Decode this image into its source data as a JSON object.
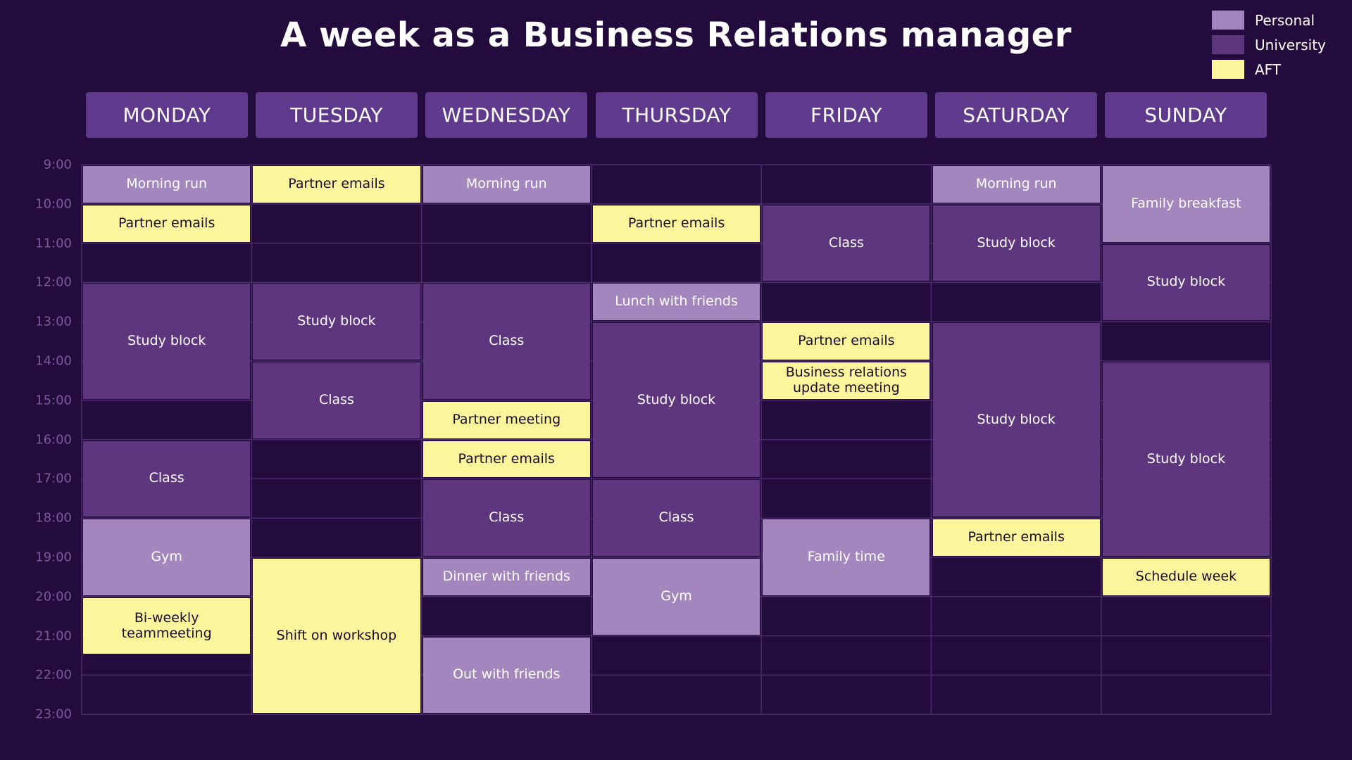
{
  "title": "A week as a Business Relations manager",
  "legend": [
    {
      "key": "personal",
      "label": "Personal",
      "color": "#a386be"
    },
    {
      "key": "university",
      "label": "University",
      "color": "#5e367e"
    },
    {
      "key": "aft",
      "label": "AFT",
      "color": "#fbf69b"
    }
  ],
  "colors": {
    "background": "#230c3d",
    "header": "#5f3a8c",
    "grid_line": "#4a2a6a",
    "time_label": "#7c5a99"
  },
  "days": [
    "MONDAY",
    "TUESDAY",
    "WEDNESDAY",
    "THURSDAY",
    "FRIDAY",
    "SATURDAY",
    "SUNDAY"
  ],
  "times": [
    "9:00",
    "10:00",
    "11:00",
    "12:00",
    "13:00",
    "14:00",
    "15:00",
    "16:00",
    "17:00",
    "18:00",
    "19:00",
    "20:00",
    "21:00",
    "22:00",
    "23:00"
  ],
  "events": [
    {
      "day": 0,
      "start": 9,
      "end": 10,
      "label": "Morning run",
      "category": "personal"
    },
    {
      "day": 0,
      "start": 10,
      "end": 11,
      "label": "Partner emails",
      "category": "aft"
    },
    {
      "day": 0,
      "start": 12,
      "end": 15,
      "label": "Study block",
      "category": "university"
    },
    {
      "day": 0,
      "start": 16,
      "end": 18,
      "label": "Class",
      "category": "university"
    },
    {
      "day": 0,
      "start": 18,
      "end": 20,
      "label": "Gym",
      "category": "personal"
    },
    {
      "day": 0,
      "start": 20,
      "end": 21.5,
      "label": "Bi-weekly\nteammeeting",
      "category": "aft"
    },
    {
      "day": 1,
      "start": 9,
      "end": 10,
      "label": "Partner emails",
      "category": "aft"
    },
    {
      "day": 1,
      "start": 12,
      "end": 14,
      "label": "Study block",
      "category": "university"
    },
    {
      "day": 1,
      "start": 14,
      "end": 16,
      "label": "Class",
      "category": "university"
    },
    {
      "day": 1,
      "start": 19,
      "end": 23,
      "label": "Shift on workshop",
      "category": "aft"
    },
    {
      "day": 2,
      "start": 9,
      "end": 10,
      "label": "Morning run",
      "category": "personal"
    },
    {
      "day": 2,
      "start": 12,
      "end": 15,
      "label": "Class",
      "category": "university"
    },
    {
      "day": 2,
      "start": 15,
      "end": 16,
      "label": "Partner meeting",
      "category": "aft"
    },
    {
      "day": 2,
      "start": 16,
      "end": 17,
      "label": "Partner emails",
      "category": "aft"
    },
    {
      "day": 2,
      "start": 17,
      "end": 19,
      "label": "Class",
      "category": "university"
    },
    {
      "day": 2,
      "start": 19,
      "end": 20,
      "label": "Dinner with friends",
      "category": "personal"
    },
    {
      "day": 2,
      "start": 21,
      "end": 23,
      "label": "Out with friends",
      "category": "personal"
    },
    {
      "day": 3,
      "start": 10,
      "end": 11,
      "label": "Partner emails",
      "category": "aft"
    },
    {
      "day": 3,
      "start": 12,
      "end": 13,
      "label": "Lunch with friends",
      "category": "personal"
    },
    {
      "day": 3,
      "start": 13,
      "end": 17,
      "label": "Study block",
      "category": "university"
    },
    {
      "day": 3,
      "start": 17,
      "end": 19,
      "label": "Class",
      "category": "university"
    },
    {
      "day": 3,
      "start": 19,
      "end": 21,
      "label": "Gym",
      "category": "personal"
    },
    {
      "day": 4,
      "start": 10,
      "end": 12,
      "label": "Class",
      "category": "university"
    },
    {
      "day": 4,
      "start": 13,
      "end": 14,
      "label": "Partner emails",
      "category": "aft"
    },
    {
      "day": 4,
      "start": 14,
      "end": 15,
      "label": "Business relations\nupdate meeting",
      "category": "aft"
    },
    {
      "day": 4,
      "start": 18,
      "end": 20,
      "label": "Family time",
      "category": "personal"
    },
    {
      "day": 5,
      "start": 9,
      "end": 10,
      "label": "Morning run",
      "category": "personal"
    },
    {
      "day": 5,
      "start": 10,
      "end": 12,
      "label": "Study block",
      "category": "university"
    },
    {
      "day": 5,
      "start": 13,
      "end": 18,
      "label": "Study block",
      "category": "university"
    },
    {
      "day": 5,
      "start": 18,
      "end": 19,
      "label": "Partner emails",
      "category": "aft"
    },
    {
      "day": 6,
      "start": 9,
      "end": 11,
      "label": "Family breakfast",
      "category": "personal"
    },
    {
      "day": 6,
      "start": 11,
      "end": 13,
      "label": "Study block",
      "category": "university"
    },
    {
      "day": 6,
      "start": 14,
      "end": 19,
      "label": "Study block",
      "category": "university"
    },
    {
      "day": 6,
      "start": 19,
      "end": 20,
      "label": "Schedule week",
      "category": "aft"
    }
  ]
}
